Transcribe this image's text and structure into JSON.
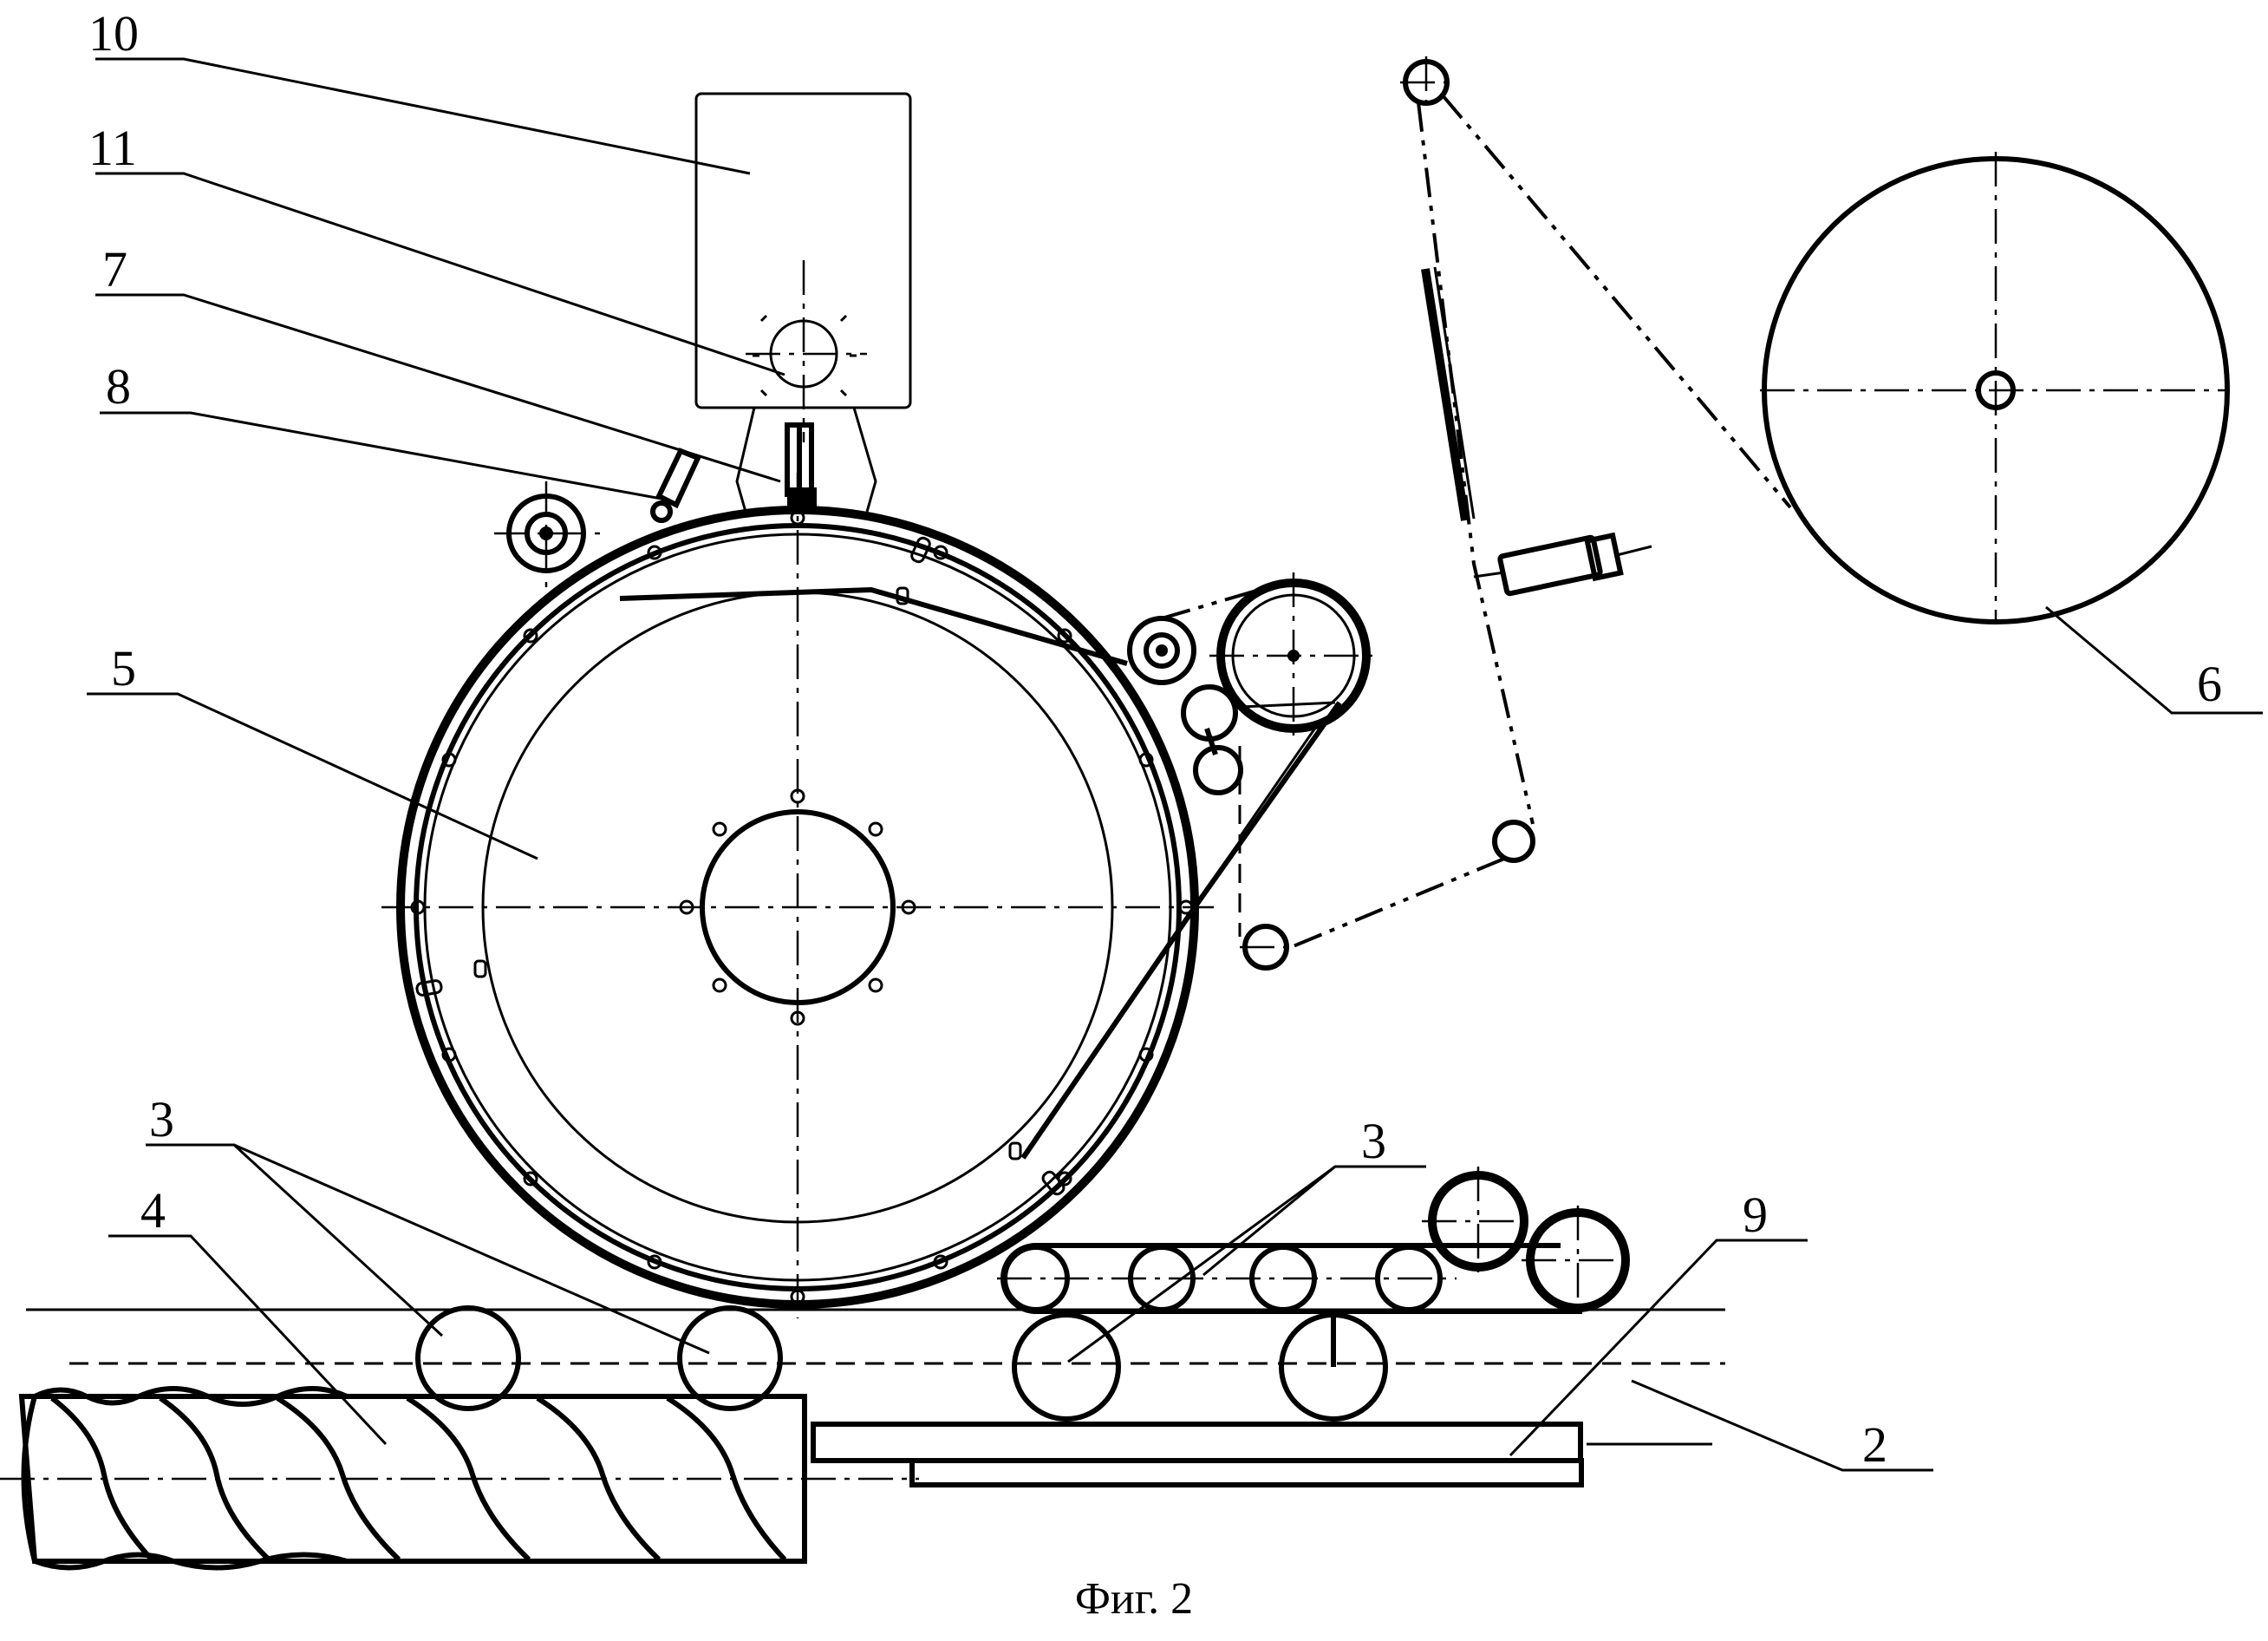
{
  "figure": {
    "caption": "Фиг. 2",
    "labels": {
      "l10": "10",
      "l11": "11",
      "l7": "7",
      "l8": "8",
      "l5": "5",
      "l6": "6",
      "l3a": "3",
      "l3b": "3",
      "l4": "4",
      "l9": "9",
      "l2": "2"
    }
  }
}
